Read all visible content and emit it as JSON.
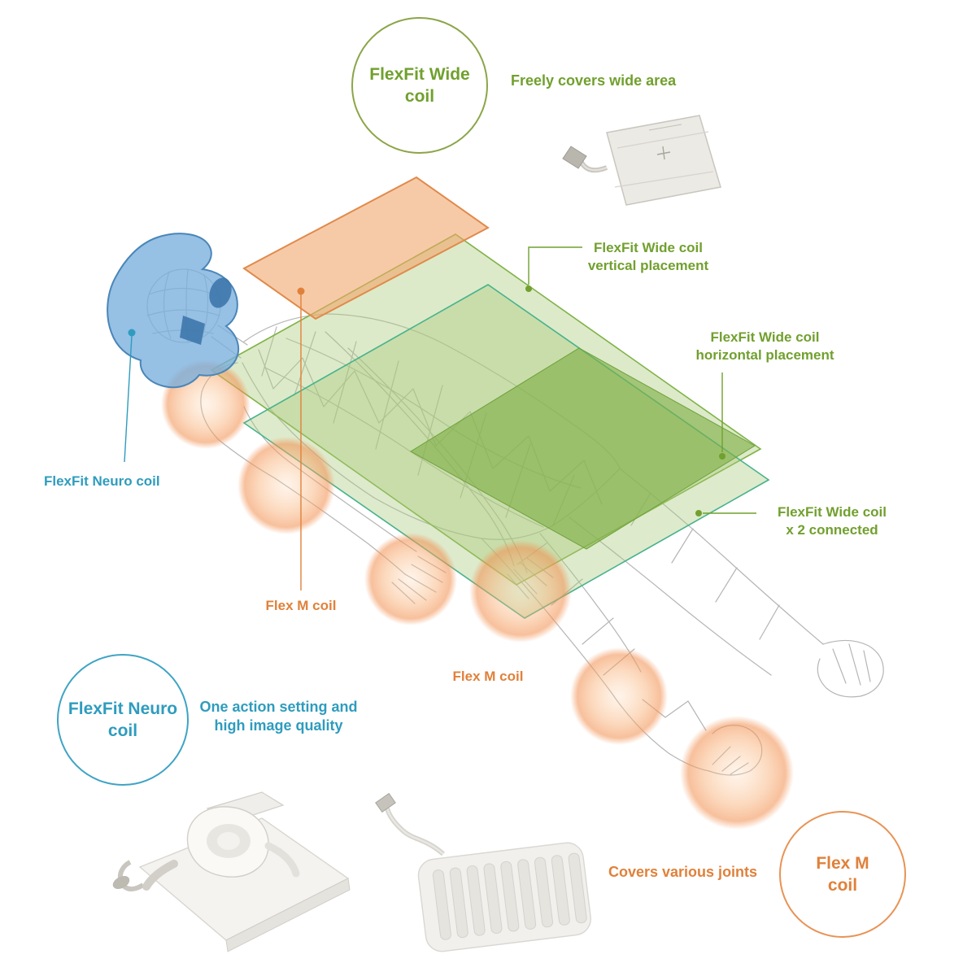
{
  "colors": {
    "green": "#71A02E",
    "green_sheet_stroke": "#7FB347",
    "teal_sheet_stroke": "#46B38C",
    "orange": "#E0813A",
    "blue": "#2E9CBE",
    "wireframe_gray": "#B5B5B5",
    "neuro_coil_blue": "#79AEDC"
  },
  "annotations": {
    "wide_circle_label": "FlexFit Wide\ncoil",
    "freely_covers": "Freely covers wide area",
    "vertical_placement": "FlexFit Wide coil\nvertical placement",
    "horizontal_placement": "FlexFit Wide coil\nhorizontal placement",
    "x2_connected": "FlexFit Wide coil\nx 2 connected",
    "neuro_pointer": "FlexFit Neuro coil",
    "flex_m_upper": "Flex M coil",
    "flex_m_lower": "Flex M coil",
    "neuro_circle_label": "FlexFit Neuro\ncoil",
    "one_action": "One action setting and\nhigh image quality",
    "covers_joints": "Covers various joints",
    "flex_m_circle_label": "Flex M\ncoil"
  }
}
